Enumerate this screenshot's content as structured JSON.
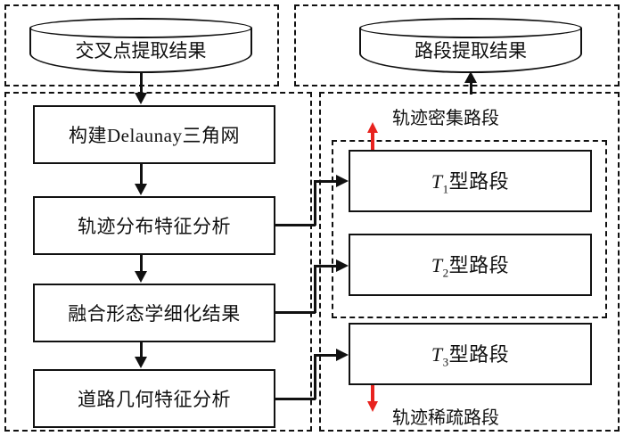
{
  "diagram": {
    "type": "flowchart",
    "title_text": "",
    "sources": [
      {
        "id": "intersection-result",
        "label": "交叉点提取结果",
        "shape": "cylinder"
      },
      {
        "id": "segment-result",
        "label": "路段提取结果",
        "shape": "cylinder"
      }
    ],
    "left_pipeline": {
      "group_label": "",
      "steps": [
        {
          "id": "build-delaunay",
          "label": "构建Delaunay三角网"
        },
        {
          "id": "trajectory-distribution",
          "label": "轨迹分布特征分析"
        },
        {
          "id": "morphology-fusion",
          "label": "融合形态学细化结果"
        },
        {
          "id": "road-geometry",
          "label": "道路几何特征分析"
        }
      ]
    },
    "right_pipeline": {
      "dense_group_label": "轨迹密集路段",
      "sparse_group_label": "轨迹稀疏路段",
      "segments": [
        {
          "id": "t1",
          "symbol": "T",
          "subscript": "1",
          "suffix": "型路段",
          "group": "dense"
        },
        {
          "id": "t2",
          "symbol": "T",
          "subscript": "2",
          "suffix": "型路段",
          "group": "dense"
        },
        {
          "id": "t3",
          "symbol": "T",
          "subscript": "3",
          "suffix": "型路段",
          "group": "sparse"
        }
      ]
    },
    "colors": {
      "stroke": "#111111",
      "background": "#ffffff",
      "accent_red": "#e8231f"
    },
    "connectors": [
      {
        "from": "intersection-result",
        "to": "build-delaunay",
        "style": "solid-arrow-down"
      },
      {
        "from": "build-delaunay",
        "to": "trajectory-distribution",
        "style": "solid-arrow-down"
      },
      {
        "from": "trajectory-distribution",
        "to": "morphology-fusion",
        "style": "solid-arrow-down"
      },
      {
        "from": "morphology-fusion",
        "to": "road-geometry",
        "style": "solid-arrow-down"
      },
      {
        "from": "trajectory-distribution",
        "to": "t1",
        "style": "solid-arrow-right"
      },
      {
        "from": "morphology-fusion",
        "to": "t2",
        "style": "solid-arrow-right"
      },
      {
        "from": "road-geometry",
        "to": "t3",
        "style": "solid-arrow-right"
      },
      {
        "from": "right_pipeline",
        "to": "segment-result",
        "style": "solid-arrow-up"
      },
      {
        "from": "dense-group",
        "to": "dense-label",
        "style": "red-arrow-up"
      },
      {
        "from": "t3",
        "to": "sparse-label",
        "style": "red-arrow-down"
      }
    ]
  }
}
